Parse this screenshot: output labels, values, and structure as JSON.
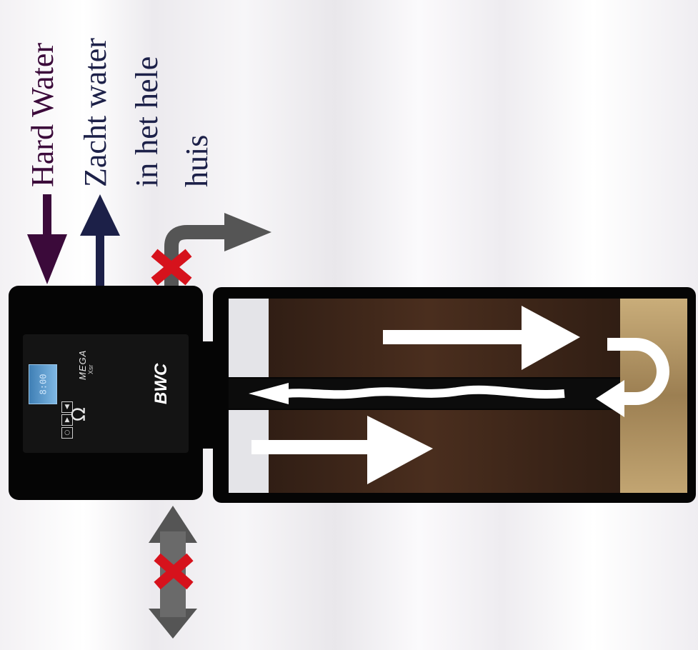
{
  "labels": {
    "hard_water": "Hard Water",
    "soft_water_line1": "Zacht water",
    "soft_water_line2": "in het hele",
    "soft_water_line3": "huis"
  },
  "device": {
    "brand": "BWC",
    "model": "MEGA",
    "model_suffix": "Xsr",
    "display_reading": "8:00",
    "buttons": [
      "○",
      "▲",
      "▼"
    ]
  },
  "colors": {
    "hard_water_arrow": "#3b0a3a",
    "soft_water_arrow": "#1c2048",
    "bypass_arrow": "#555555",
    "blocked_marker": "#d6121c",
    "flow_arrows": "#ffffff",
    "resin": "#3a2418",
    "gravel": "#b79a6a",
    "housing": "#050505"
  },
  "icons": {
    "blocked": "red-x-icon",
    "flow": "white-arrow-icon"
  }
}
